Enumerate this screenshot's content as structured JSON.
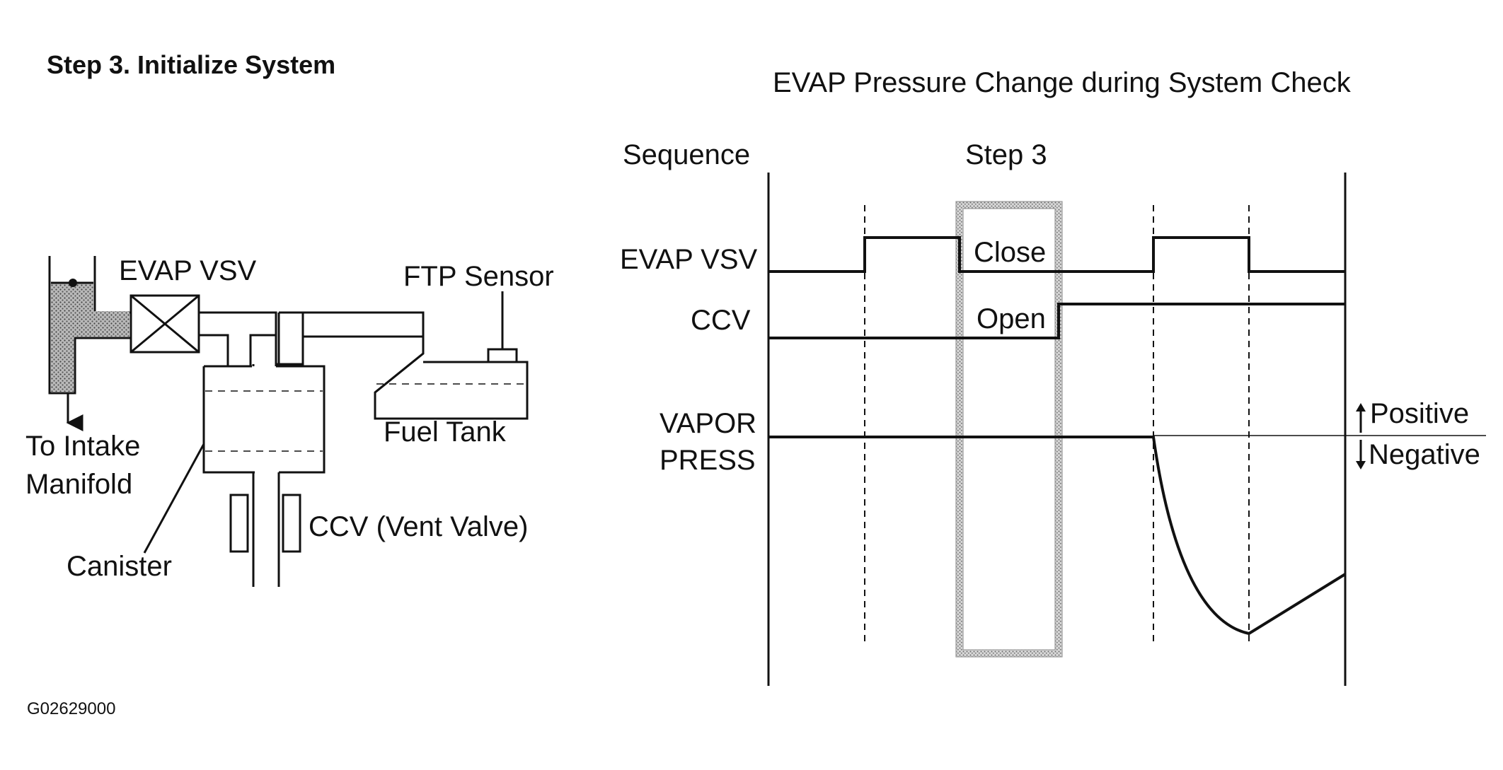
{
  "heading": "Step 3. Initialize System",
  "figure_code": "G02629000",
  "schematic": {
    "evap_vsv": "EVAP VSV",
    "ftp_sensor": "FTP Sensor",
    "intake_line1": "To Intake",
    "intake_line2": "Manifold",
    "fuel_tank": "Fuel Tank",
    "canister": "Canister",
    "ccv": "CCV (Vent Valve)"
  },
  "timing": {
    "title": "EVAP Pressure Change during System Check",
    "sequence": "Sequence",
    "step": "Step 3",
    "rows": {
      "evap_vsv": "EVAP VSV",
      "ccv": "CCV",
      "vapor1": "VAPOR",
      "vapor2": "PRESS"
    },
    "close": "Close",
    "open": "Open",
    "positive": "Positive",
    "negative": "Negative"
  },
  "colors": {
    "ink": "#111111",
    "stipple": "#8c8c8c",
    "highlight": "#9a9a9a"
  }
}
